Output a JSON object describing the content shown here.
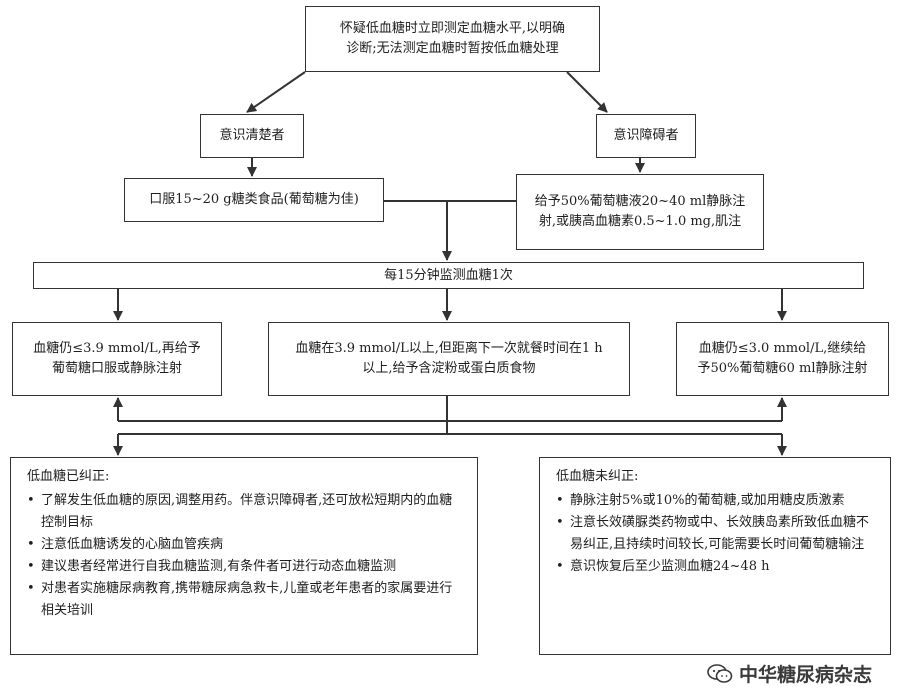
{
  "top": {
    "lines": [
      "怀疑低血糖时立即测定血糖水平,以明确",
      "诊断;无法测定血糖时暂按低血糖处理"
    ]
  },
  "conscious": {
    "label": "意识清楚者"
  },
  "impaired": {
    "label": "意识障碍者"
  },
  "oral": {
    "text": "口服15~20 g糖类食品(葡萄糖为佳)"
  },
  "iv": {
    "lines": [
      "给予50%葡萄糖液20~40 ml静脉注",
      "射,或胰高血糖素0.5~1.0 mg,肌注"
    ]
  },
  "monitor": {
    "text": "每15分钟监测血糖1次"
  },
  "outcome_left": {
    "lines": [
      "血糖仍≤3.9 mmol/L,再给予",
      "葡萄糖口服或静脉注射"
    ]
  },
  "outcome_mid": {
    "lines": [
      "血糖在3.9 mmol/L以上,但距离下一次就餐时间在1 h",
      "以上,给予含淀粉或蛋白质食物"
    ]
  },
  "outcome_right": {
    "lines": [
      "血糖仍≤3.0 mmol/L,继续给",
      "予50%葡萄糖60 ml静脉注射"
    ]
  },
  "corrected": {
    "title": "低血糖已纠正:",
    "items": [
      "了解发生低血糖的原因,调整用药。伴意识障碍者,还可放松短期内的血糖控制目标",
      "注意低血糖诱发的心脑血管疾病",
      "建议患者经常进行自我血糖监测,有条件者可进行动态血糖监测",
      "对患者实施糖尿病教育,携带糖尿病急救卡,儿童或老年患者的家属要进行相关培训"
    ]
  },
  "uncorrected": {
    "title": "低血糖未纠正:",
    "items": [
      "静脉注射5%或10%的葡萄糖,或加用糖皮质激素",
      "注意长效磺脲类药物或中、长效胰岛素所致低血糖不易纠正,且持续时间较长,可能需要长时间葡萄糖输注",
      "意识恢复后至少监测血糖24~48 h"
    ]
  },
  "watermark": {
    "text": "中华糖尿病杂志",
    "icon": "wechat-icon"
  },
  "colors": {
    "line": "#333333",
    "text": "#1e1e1e",
    "watermark": "#3a3a3a"
  }
}
